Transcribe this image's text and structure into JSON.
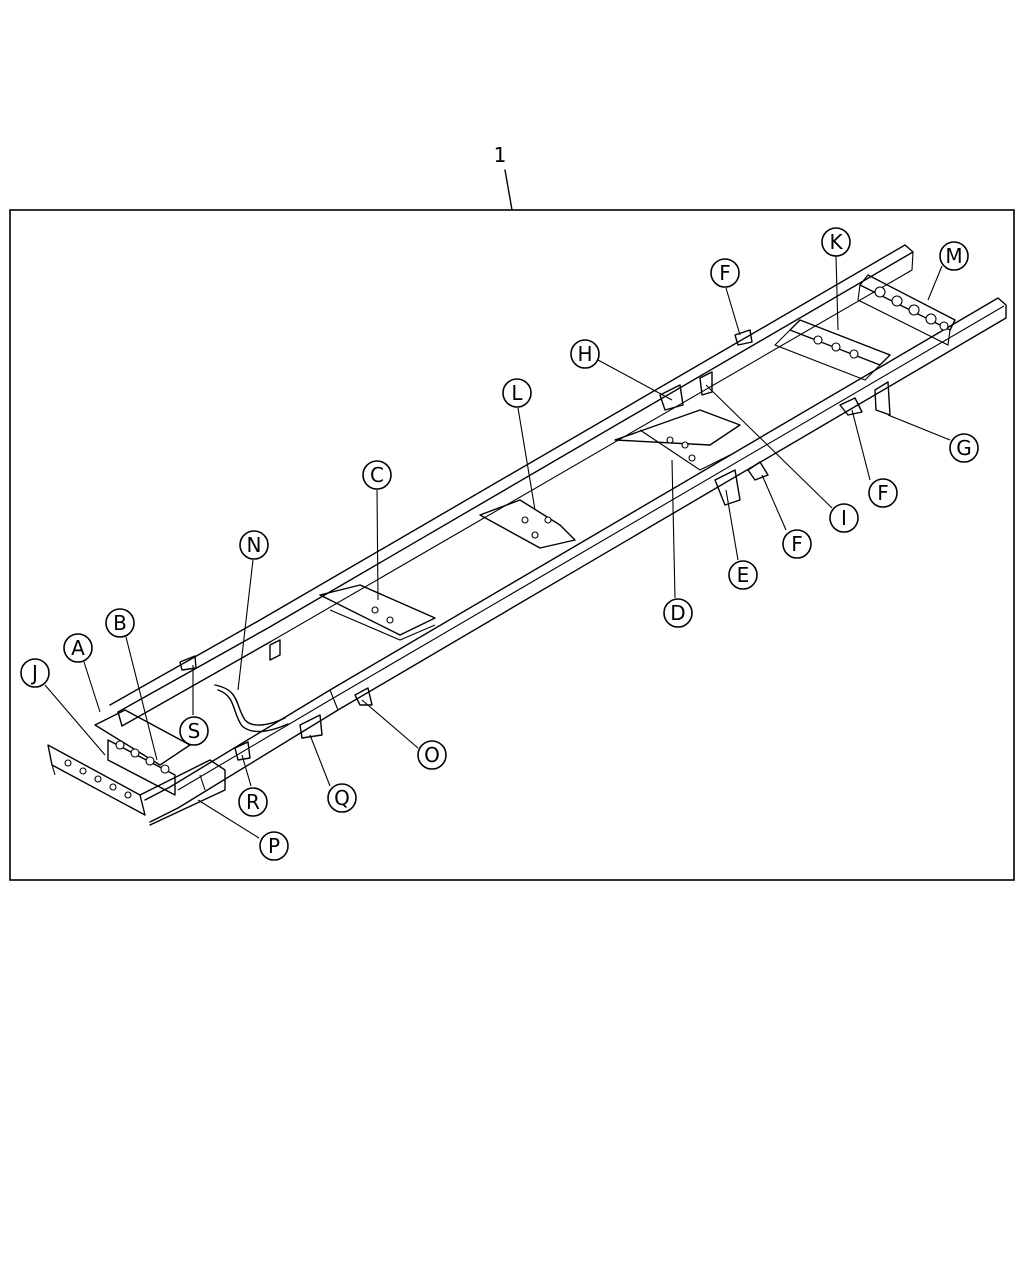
{
  "figure": {
    "assembly_ref": "1",
    "callouts": [
      {
        "id": "A",
        "label": "A"
      },
      {
        "id": "B",
        "label": "B"
      },
      {
        "id": "C",
        "label": "C"
      },
      {
        "id": "D",
        "label": "D"
      },
      {
        "id": "E",
        "label": "E"
      },
      {
        "id": "F1",
        "label": "F"
      },
      {
        "id": "F2",
        "label": "F"
      },
      {
        "id": "F3",
        "label": "F"
      },
      {
        "id": "G",
        "label": "G"
      },
      {
        "id": "H",
        "label": "H"
      },
      {
        "id": "I",
        "label": "I"
      },
      {
        "id": "J",
        "label": "J"
      },
      {
        "id": "K",
        "label": "K"
      },
      {
        "id": "L",
        "label": "L"
      },
      {
        "id": "M",
        "label": "M"
      },
      {
        "id": "N",
        "label": "N"
      },
      {
        "id": "O",
        "label": "O"
      },
      {
        "id": "P",
        "label": "P"
      },
      {
        "id": "Q",
        "label": "Q"
      },
      {
        "id": "R",
        "label": "R"
      },
      {
        "id": "S",
        "label": "S"
      }
    ]
  }
}
